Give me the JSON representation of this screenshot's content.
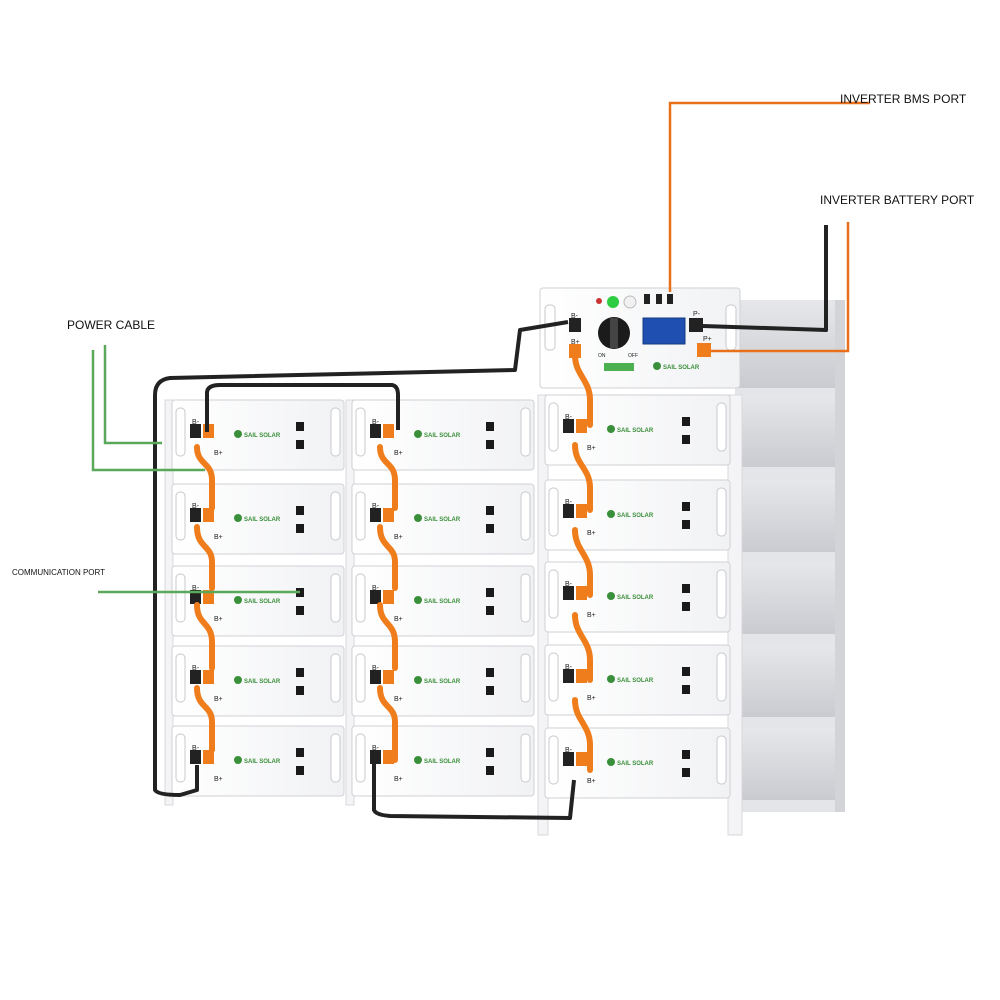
{
  "labels": {
    "inverter_bms_port": "INVERTER BMS PORT",
    "inverter_battery_port": "INVERTER BATTERY PORT",
    "power_cable": "POWER CABLE",
    "communication_port": "COMMUNICATION PORT"
  },
  "module": {
    "brand": "SAIL SOLAR",
    "neg_terminal": "B-",
    "pos_terminal": "B+"
  },
  "controller": {
    "neg_out": "P-",
    "pos_out": "P+",
    "neg_in": "B-",
    "pos_in": "B+",
    "switch_on": "ON",
    "switch_off": "OFF"
  },
  "colors": {
    "cable_orange": "#f07d1c",
    "cable_black": "#222222",
    "label_line_green": "#5aa85a",
    "label_line_orange": "#e8701a",
    "brand_green": "#3a8f3a",
    "display_blue": "#1f4fb0"
  }
}
